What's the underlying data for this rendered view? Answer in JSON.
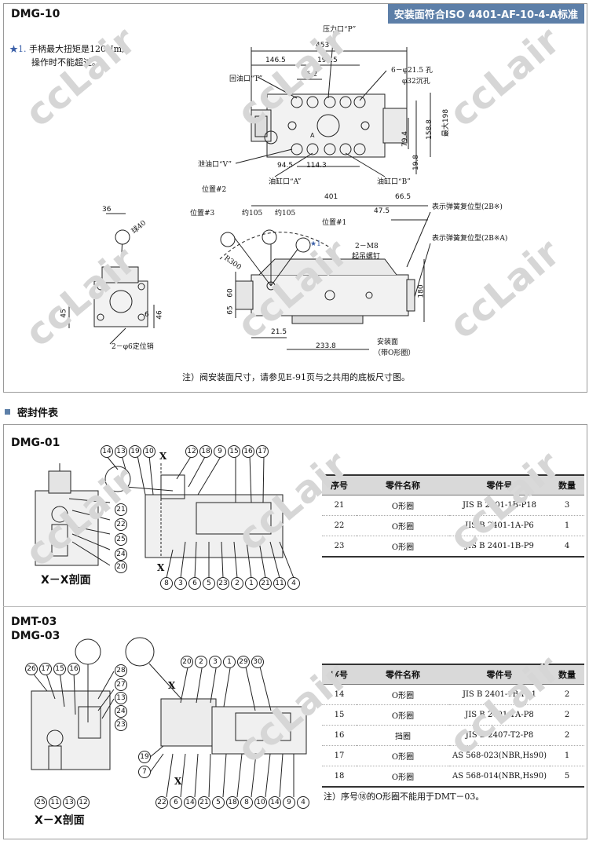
{
  "section1": {
    "model": "DMG-10",
    "header": "安装面符合ISO 4401-AF-10-4-A标准",
    "note_star_prefix": "★1.",
    "note_line1": "手柄最大扭矩是120Nm,",
    "note_line2": "操作时不能超过。",
    "labels": {
      "pressure_port": "压力口“P”",
      "return_port": "回油口“T”",
      "drain_port": "泄油口“V”",
      "cyl_a": "油缸口“A”",
      "cyl_b": "油缸口“B”",
      "holes": "6－φ21.5 孔",
      "counterbore": "φ32沉孔",
      "pos2": "位置#2",
      "pos3": "位置#3",
      "pos1": "位置#1",
      "about105_a": "约105",
      "about105_b": "约105",
      "spring_2b": "表示弹簧复位型(2B※)",
      "spring_2ba": "表示弹簧复位型(2B※A)",
      "m8": "2－M8",
      "eyebolt": "起吊螺钉",
      "star1": "★1",
      "mount_face": "安装面",
      "with_oring": "（带O形圈）",
      "locating_pin": "2－φ6定位销",
      "ball40": "球40",
      "r300": "R300"
    },
    "dims": [
      "453",
      "146.5",
      "190.5",
      "76.2",
      "158.8",
      "最大198",
      "79.4",
      "19.8",
      "94.5",
      "114.3",
      "401",
      "66.5",
      "47.5",
      "36",
      "60",
      "65",
      "45",
      "46",
      "6",
      "180",
      "21.5",
      "233.8"
    ],
    "footnote": "注）阀安装面尺寸，请参见E-91页与之共用的底板尺寸图。"
  },
  "seal_section_title": "密封件表",
  "dmg01": {
    "model": "DMG-01",
    "caption": "X－X剖面",
    "x_mark": "X",
    "top_callouts": [
      "14",
      "13",
      "19",
      "10",
      "12",
      "18",
      "9",
      "15",
      "16",
      "17"
    ],
    "side_callouts": [
      "21",
      "22",
      "25",
      "24",
      "20"
    ],
    "bottom_callouts": [
      "8",
      "3",
      "6",
      "5",
      "23",
      "2",
      "1",
      "21",
      "11",
      "4"
    ],
    "table": {
      "headers": [
        "序号",
        "零件名称",
        "零件号",
        "数量"
      ],
      "rows": [
        [
          "21",
          "O形圈",
          "JIS B 2401-1B-P18",
          "3"
        ],
        [
          "22",
          "O形圈",
          "JIS B 2401-1A-P6",
          "1"
        ],
        [
          "23",
          "O形圈",
          "JIS B 2401-1B-P9",
          "4"
        ]
      ]
    }
  },
  "dmt03": {
    "model1": "DMT-03",
    "model2": "DMG-03",
    "caption": "X－X剖面",
    "x_mark": "X",
    "left_top_callouts": [
      "26",
      "17",
      "15",
      "16"
    ],
    "left_right_callouts": [
      "28",
      "27",
      "13",
      "24",
      "23"
    ],
    "left_bottom_callouts": [
      "25",
      "11",
      "13",
      "12"
    ],
    "right_top_callouts": [
      "20",
      "2",
      "3",
      "1",
      "29",
      "30"
    ],
    "right_left_callouts": [
      "19",
      "7"
    ],
    "right_bottom_callouts": [
      "22",
      "6",
      "14",
      "21",
      "5",
      "18",
      "8",
      "10",
      "14",
      "9",
      "4"
    ],
    "table": {
      "headers": [
        "序号",
        "零件名称",
        "零件号",
        "数量"
      ],
      "rows": [
        [
          "14",
          "O形圈",
          "JIS B 2401-1B-P21",
          "2"
        ],
        [
          "15",
          "O形圈",
          "JIS B 2401-1A-P8",
          "2"
        ],
        [
          "16",
          "挡圈",
          "JIS B 2407-T2-P8",
          "2"
        ],
        [
          "17",
          "O形圈",
          "AS 568-023(NBR,Hs90)",
          "1"
        ],
        [
          "18",
          "O形圈",
          "AS 568-014(NBR,Hs90)",
          "5"
        ]
      ]
    },
    "footnote": "注）序号⑱的O形圈不能用于DMT－03。"
  },
  "watermark": "ccLair",
  "colors": {
    "header": "#5d7fa8",
    "star": "#3a5fa8",
    "watermark": "#d6d6d6"
  }
}
